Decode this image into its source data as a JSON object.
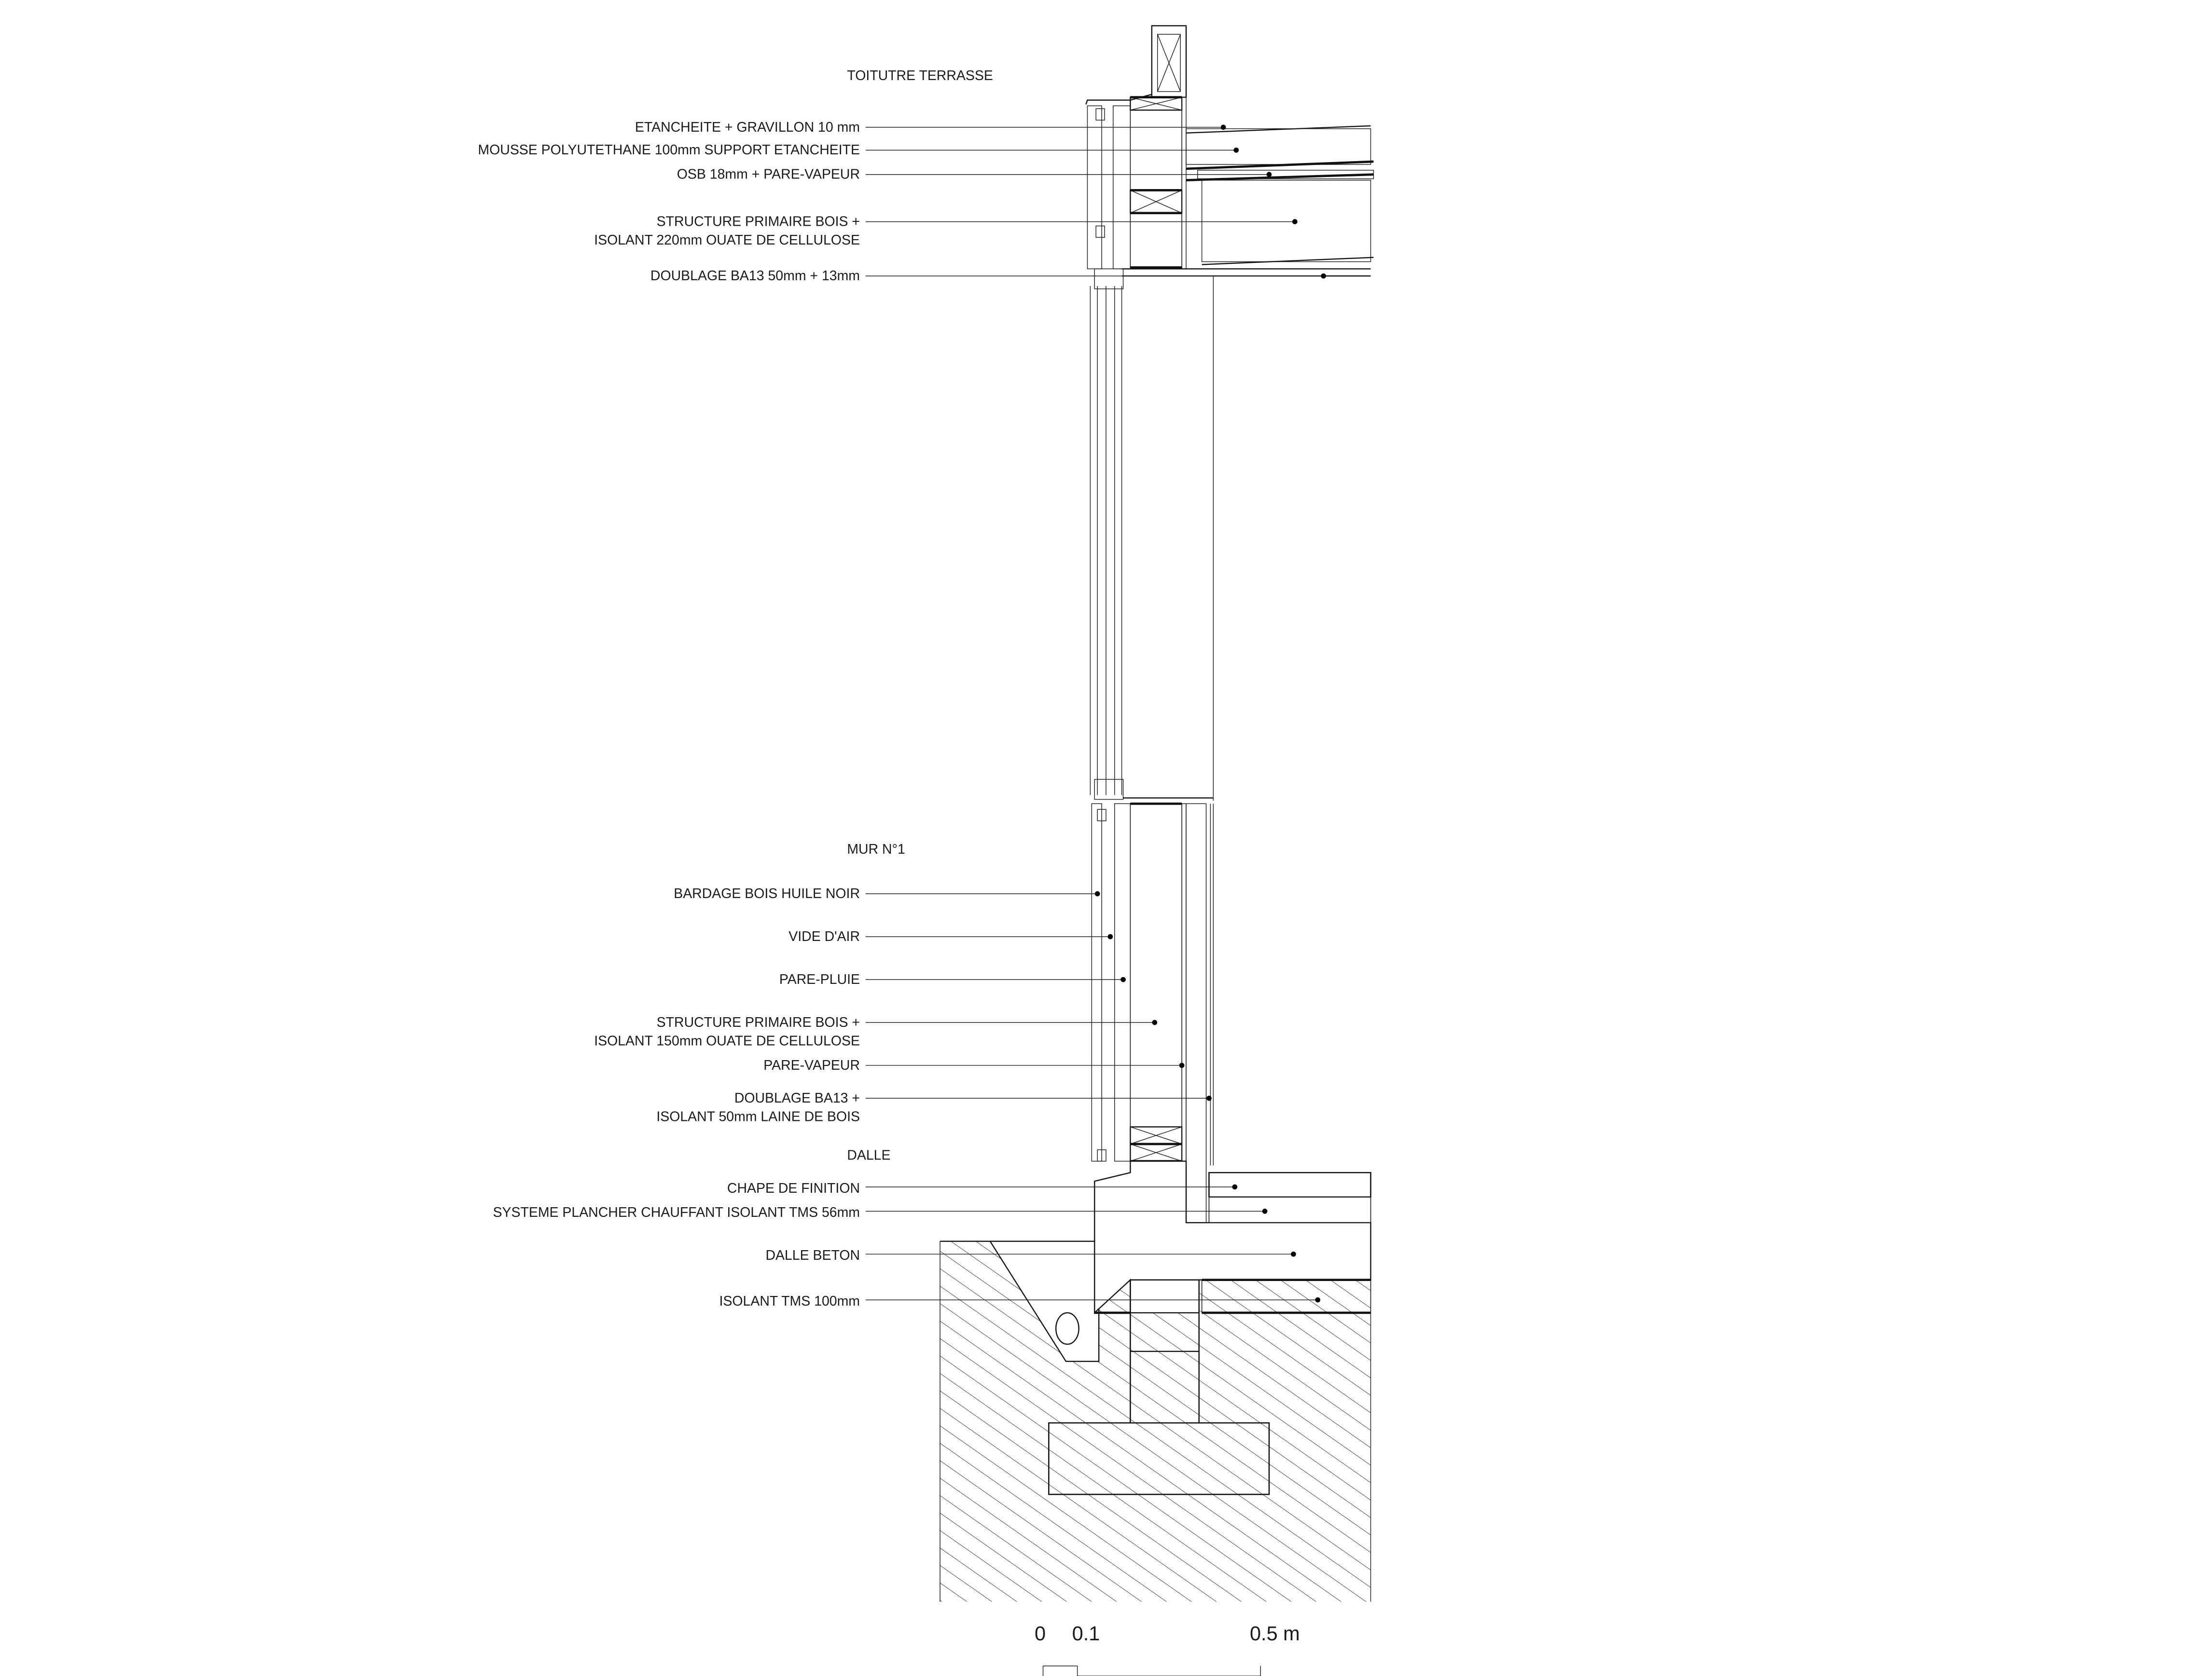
{
  "titles": {
    "roof": "TOITUTRE TERRASSE",
    "wall": "MUR N°1",
    "slab": "DALLE"
  },
  "roof_labels": [
    {
      "lines": [
        "ETANCHEITE + GRAVILLON 10 mm"
      ]
    },
    {
      "lines": [
        "MOUSSE POLYUTETHANE 100mm SUPPORT ETANCHEITE"
      ]
    },
    {
      "lines": [
        "OSB 18mm + PARE-VAPEUR"
      ]
    },
    {
      "lines": [
        "STRUCTURE PRIMAIRE BOIS +",
        "ISOLANT 220mm OUATE DE CELLULOSE"
      ]
    },
    {
      "lines": [
        "DOUBLAGE BA13 50mm + 13mm"
      ]
    }
  ],
  "wall_labels": [
    {
      "lines": [
        "BARDAGE BOIS HUILE NOIR"
      ]
    },
    {
      "lines": [
        "VIDE D'AIR"
      ]
    },
    {
      "lines": [
        "PARE-PLUIE"
      ]
    },
    {
      "lines": [
        "STRUCTURE PRIMAIRE BOIS +",
        "ISOLANT 150mm OUATE DE CELLULOSE"
      ]
    },
    {
      "lines": [
        "PARE-VAPEUR"
      ]
    },
    {
      "lines": [
        "DOUBLAGE BA13 +",
        "ISOLANT 50mm LAINE DE BOIS"
      ]
    }
  ],
  "slab_labels": [
    {
      "lines": [
        "CHAPE DE FINITION"
      ]
    },
    {
      "lines": [
        "SYSTEME PLANCHER CHAUFFANT ISOLANT TMS 56mm"
      ]
    },
    {
      "lines": [
        "DALLE BETON"
      ]
    },
    {
      "lines": [
        "ISOLANT TMS 100mm"
      ]
    }
  ],
  "scale_bar": {
    "tick0": "0",
    "tick1": "0.1",
    "tick2": "0.5 m"
  }
}
